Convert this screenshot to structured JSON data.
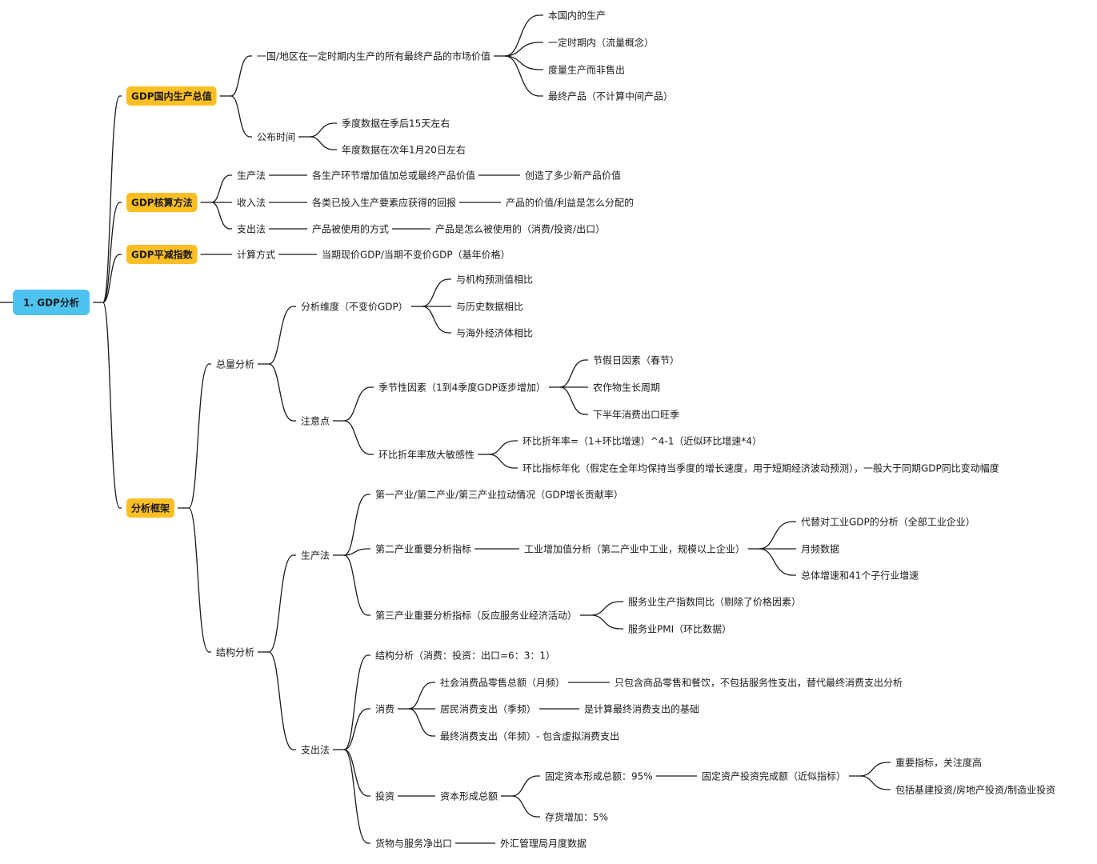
{
  "colors": {
    "root": "#4ec3f0",
    "category": "#fbbf24",
    "line": "#1a1a1a",
    "text": "#1a1a1a"
  },
  "nodes": {
    "root": "1. GDP分析",
    "c1": "GDP国内生产总值",
    "c1_1": "一国/地区在一定时期内生产的所有最终产品的市场价值",
    "c1_1_1": "本国内的生产",
    "c1_1_2": "一定时期内（流量概念）",
    "c1_1_3": "度量生产而非售出",
    "c1_1_4": "最终产品（不计算中间产品）",
    "c1_2": "公布时间",
    "c1_2_1": "季度数据在季后15天左右",
    "c1_2_2": "年度数据在次年1月20日左右",
    "c2": "GDP核算方法",
    "c2_1": "生产法",
    "c2_1_1": "各生产环节增加值加总或最终产品价值",
    "c2_1_1_1": "创造了多少新产品价值",
    "c2_2": "收入法",
    "c2_2_1": "各类已投入生产要素应获得的回报",
    "c2_2_1_1": "产品的价值/利益是怎么分配的",
    "c2_3": "支出法",
    "c2_3_1": "产品被使用的方式",
    "c2_3_1_1": "产品是怎么被使用的（消费/投资/出口）",
    "c3": "GDP平减指数",
    "c3_1": "计算方式",
    "c3_1_1": "当期现价GDP/当期不变价GDP（基年价格）",
    "c4": "分析框架",
    "c4_1": "总量分析",
    "c4_1_1": "分析维度（不变价GDP）",
    "c4_1_1_1": "与机构预测值相比",
    "c4_1_1_2": "与历史数据相比",
    "c4_1_1_3": "与海外经济体相比",
    "c4_1_2": "注意点",
    "c4_1_2_1": "季节性因素（1到4季度GDP逐步增加）",
    "c4_1_2_1_1": "节假日因素（春节）",
    "c4_1_2_1_2": "农作物生长周期",
    "c4_1_2_1_3": "下半年消费出口旺季",
    "c4_1_2_2": "环比折年率放大敏感性",
    "c4_1_2_2_1": "环比折年率=（1+环比增速）^4-1（近似环比增速*4）",
    "c4_1_2_2_2": "环比指标年化（假定在全年均保持当季度的增长速度，用于短期经济波动预测），一般大于同期GDP同比变动幅度",
    "c4_2": "结构分析",
    "c4_2_1": "生产法",
    "c4_2_1_1": "第一产业/第二产业/第三产业拉动情况（GDP增长贡献率）",
    "c4_2_1_2": "第二产业重要分析指标",
    "c4_2_1_2_1": "工业增加值分析（第二产业中工业，规模以上企业）",
    "c4_2_1_2_1_1": "代替对工业GDP的分析（全部工业企业）",
    "c4_2_1_2_1_2": "月频数据",
    "c4_2_1_2_1_3": "总体增速和41个子行业增速",
    "c4_2_1_3": "第三产业重要分析指标（反应服务业经济活动）",
    "c4_2_1_3_1": "服务业生产指数同比（剔除了价格因素）",
    "c4_2_1_3_2": "服务业PMI（环比数据）",
    "c4_2_2": "支出法",
    "c4_2_2_1": "结构分析（消费：投资：出口=6：3：1）",
    "c4_2_2_2": "消费",
    "c4_2_2_2_1": "社会消费品零售总额（月频）",
    "c4_2_2_2_1_1": "只包含商品零售和餐饮，不包括服务性支出，替代最终消费支出分析",
    "c4_2_2_2_2": "居民消费支出（季频）",
    "c4_2_2_2_2_1": "是计算最终消费支出的基础",
    "c4_2_2_2_3": "最终消费支出（年频）- 包含虚拟消费支出",
    "c4_2_2_3": "投资",
    "c4_2_2_3_1": "资本形成总额",
    "c4_2_2_3_1_1": "固定资本形成总额：95%",
    "c4_2_2_3_1_1_1": "固定资产投资完成额（近似指标）",
    "c4_2_2_3_1_1_1_1": "重要指标，关注度高",
    "c4_2_2_3_1_1_1_2": "包括基建投资/房地产投资/制造业投资",
    "c4_2_2_3_1_2": "存货增加：5%",
    "c4_2_2_4": "货物与服务净出口",
    "c4_2_2_4_1": "外汇管理局月度数据"
  }
}
